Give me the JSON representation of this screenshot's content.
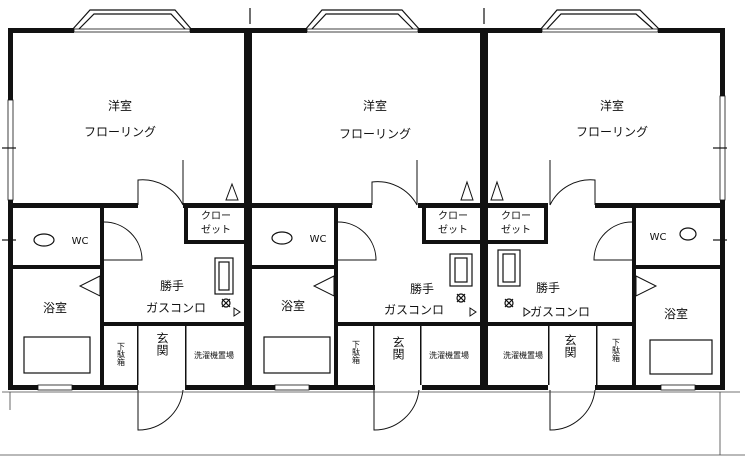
{
  "units": [
    {
      "western_room": "洋室",
      "flooring": "フローリング",
      "closet_line1": "クロー",
      "closet_line2": "ゼット",
      "wc": "WC",
      "kitchen": "勝手",
      "gas_stove": "ガスコンロ",
      "bath": "浴室",
      "shoe_box": "下駄箱",
      "entrance": "玄関",
      "washer": "洗濯機置場"
    },
    {
      "western_room": "洋室",
      "flooring": "フローリング",
      "closet_line1": "クロー",
      "closet_line2": "ゼット",
      "wc": "WC",
      "kitchen": "勝手",
      "gas_stove": "ガスコンロ",
      "bath": "浴室",
      "shoe_box": "下駄箱",
      "entrance": "玄関",
      "washer": "洗濯機置場"
    },
    {
      "western_room": "洋室",
      "flooring": "フローリング",
      "closet_line1": "クロー",
      "closet_line2": "ゼット",
      "wc": "WC",
      "kitchen": "勝手",
      "gas_stove": "ガスコンロ",
      "bath": "浴室",
      "shoe_box": "下駄箱",
      "entrance": "玄関",
      "washer": "洗濯機置場"
    }
  ]
}
